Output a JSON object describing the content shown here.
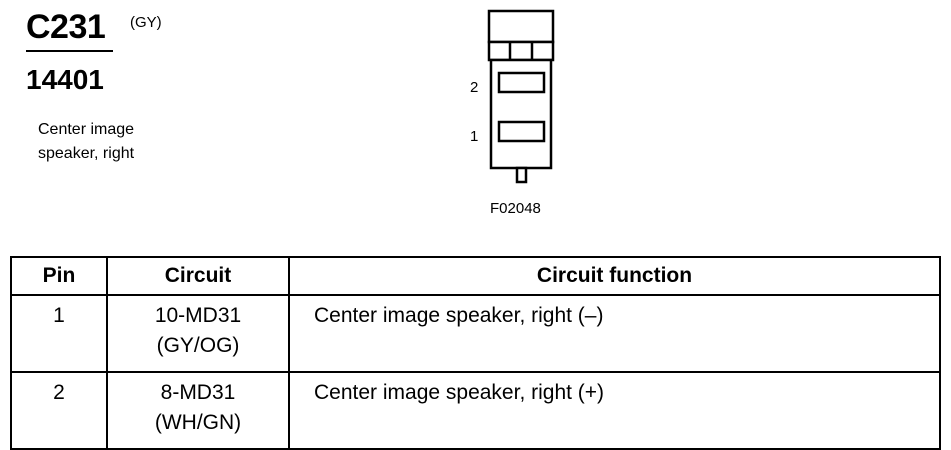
{
  "connector": {
    "id": "C231",
    "color": "(GY)",
    "part_number": "14401",
    "description": [
      "Center image",
      "speaker, right"
    ],
    "pin_labels": [
      "2",
      "1"
    ],
    "figure_code": "F02048"
  },
  "table": {
    "headers": [
      "Pin",
      "Circuit",
      "Circuit function"
    ],
    "rows": [
      {
        "pin": "1",
        "circuit": "10-MD31",
        "color": "(GY/OG)",
        "function": "Center image speaker, right (–)"
      },
      {
        "pin": "2",
        "circuit": "8-MD31",
        "color": "(WH/GN)",
        "function": "Center image speaker, right (+)"
      }
    ]
  }
}
